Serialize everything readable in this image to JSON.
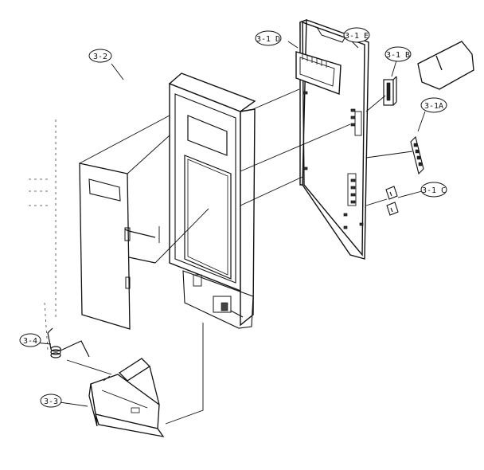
{
  "callouts": {
    "c32": "3-2",
    "c31d": "3-1 D",
    "c31e": "3-1 E",
    "c31b": "3-1 B",
    "c31a": "3-1A",
    "c31c": "3-1 C",
    "c34": "3-4",
    "c33": "3-3"
  },
  "colors": {
    "line": "#111111",
    "paper": "#ffffff"
  }
}
